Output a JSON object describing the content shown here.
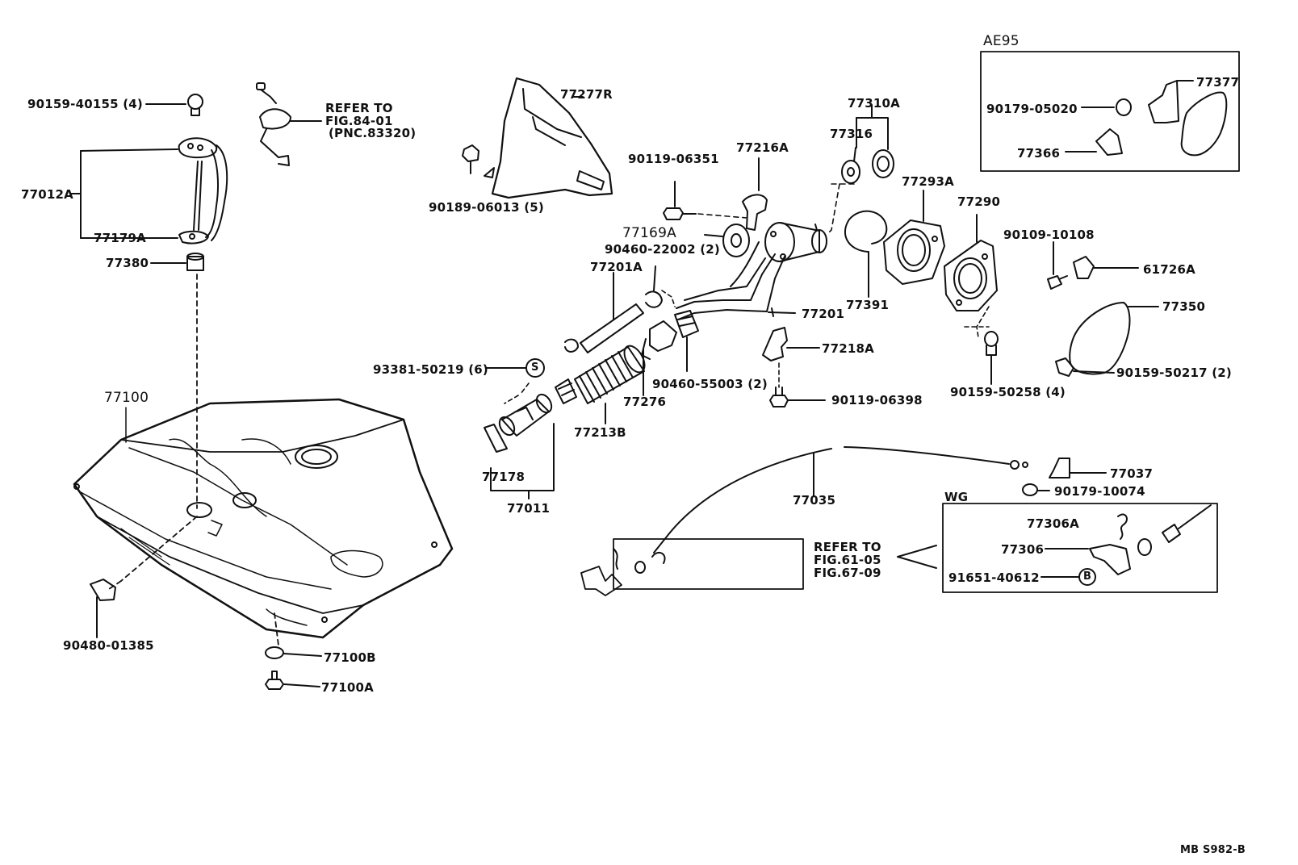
{
  "diagram": {
    "parts": {
      "p90159_40155": "90159-40155 (4)",
      "refer_84": "REFER TO",
      "fig_84_01": "FIG.84-01",
      "pnc_83320": "(PNC.83320)",
      "p77012A": "77012A",
      "p77179A": "77179A",
      "p77380": "77380",
      "p77100": "77100",
      "p90480_01385": "90480-01385",
      "p77100B": "77100B",
      "p77100A": "77100A",
      "p77277R": "77277R",
      "p90189_06013": "90189-06013 (5)",
      "p90119_06351": "90119-06351",
      "p77216A": "77216A",
      "p77169A": "77169A",
      "p90460_22002": "90460-22002 (2)",
      "p77201A": "77201A",
      "p77201": "77201",
      "p93381_50219": "93381-50219 (6)",
      "p90460_55003": "90460-55003 (2)",
      "p77276": "77276",
      "p77213B": "77213B",
      "p77178": "77178",
      "p77011": "77011",
      "p77218A": "77218A",
      "p90119_06398": "90119-06398",
      "p77310A": "77310A",
      "p77316": "77316",
      "p77293A": "77293A",
      "p77290": "77290",
      "p77391": "77391",
      "p90159_50258": "90159-50258 (4)",
      "p90109_10108": "90109-10108",
      "p61726A": "61726A",
      "p77350": "77350",
      "p90159_50217": "90159-50217 (2)",
      "ae95": "AE95",
      "p90179_05020": "90179-05020",
      "p77377": "77377",
      "p77366": "77366",
      "p77035": "77035",
      "p77037": "77037",
      "p90179_10074": "90179-10074",
      "wg": "WG",
      "p77306A": "77306A",
      "p77306": "77306",
      "p91651_40612": "91651-40612",
      "refer_61": "REFER TO",
      "fig_61_05": "FIG.61-05",
      "fig_67_09": "FIG.67-09",
      "symbol_s": "S",
      "symbol_b": "B"
    },
    "footer_code": "MB  S982-B"
  }
}
